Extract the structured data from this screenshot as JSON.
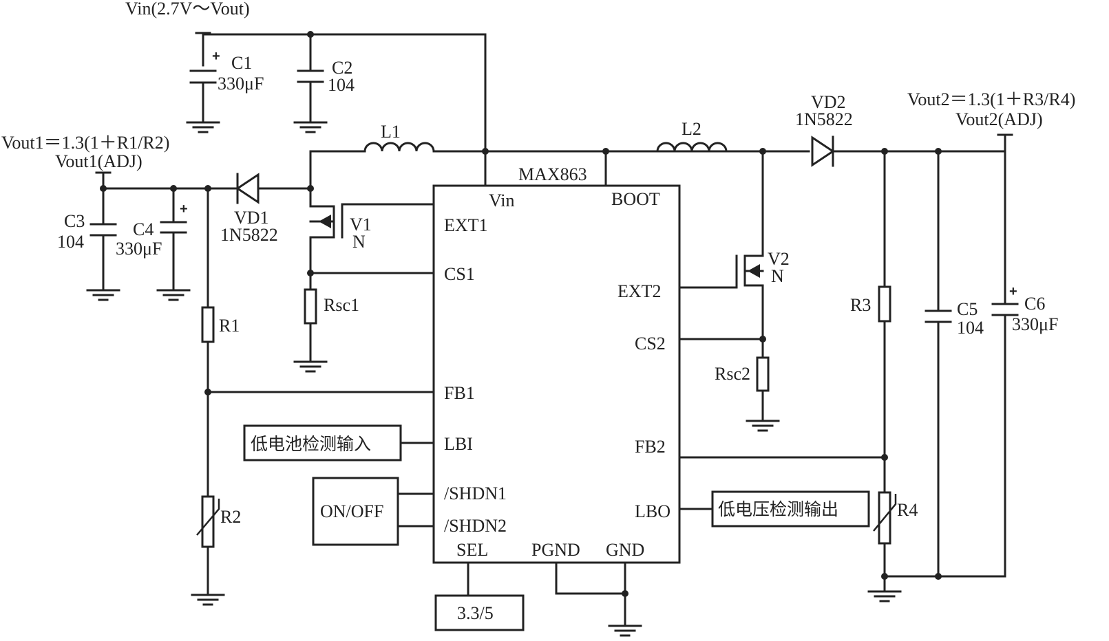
{
  "ic": {
    "name": "MAX863",
    "pins": {
      "vin": "Vin",
      "boot": "BOOT",
      "ext1": "EXT1",
      "cs1": "CS1",
      "fb1": "FB1",
      "lbi": "LBI",
      "shdn1": "/SHDN1",
      "shdn2": "/SHDN2",
      "sel": "SEL",
      "pgnd": "PGND",
      "gnd": "GND",
      "ext2": "EXT2",
      "cs2": "CS2",
      "fb2": "FB2",
      "lbo": "LBO"
    }
  },
  "vin_label": "Vin(2.7V～Vout)",
  "vout1": {
    "formula": "Vout1＝1.3(1＋R1/R2)",
    "label": "Vout1(ADJ)"
  },
  "vout2": {
    "formula": "Vout2＝1.3(1＋R3/R4)",
    "label": "Vout2(ADJ)"
  },
  "components": {
    "c1": {
      "name": "C1",
      "value": "330μF"
    },
    "c2": {
      "name": "C2",
      "value": "104"
    },
    "c3": {
      "name": "C3",
      "value": "104"
    },
    "c4": {
      "name": "C4",
      "value": "330μF"
    },
    "c5": {
      "name": "C5",
      "value": "104"
    },
    "c6": {
      "name": "C6",
      "value": "330μF"
    },
    "l1": "L1",
    "l2": "L2",
    "vd1": {
      "name": "VD1",
      "part": "1N5822"
    },
    "vd2": {
      "name": "VD2",
      "part": "1N5822"
    },
    "v1": {
      "name": "V1",
      "type": "N"
    },
    "v2": {
      "name": "V2",
      "type": "N"
    },
    "rsc1": "Rsc1",
    "rsc2": "Rsc2",
    "r1": "R1",
    "r2": "R2",
    "r3": "R3",
    "r4": "R4"
  },
  "boxes": {
    "lbi_input": "低电池检测输入",
    "onoff": "ON/OFF",
    "sel_value": "3.3/5",
    "lbo_output": "低电压检测输出"
  },
  "plus_sign": "+"
}
